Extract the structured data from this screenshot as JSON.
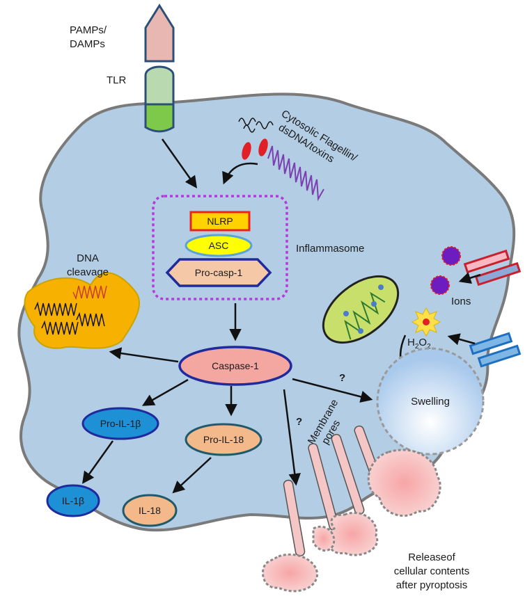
{
  "labels": {
    "pamps_line1": "PAMPs/",
    "pamps_line2": "DAMPs",
    "tlr": "TLR",
    "cytosolic_line1": "Cytosolic Flagellin/",
    "cytosolic_line2": "dsDNA/toxins",
    "inflammasome": "Inflammasome",
    "nlrp": "NLRP",
    "asc": "ASC",
    "pro_casp1": "Pro-casp-1",
    "dna_line1": "DNA",
    "dna_line2": "cleavage",
    "caspase1": "Caspase-1",
    "pro_il1b": "Pro-IL-1β",
    "pro_il18": "Pro-IL-18",
    "il1b": "IL-1β",
    "il18": "IL-18",
    "membrane_line1": "Membrane",
    "membrane_line2": "pores",
    "ions": "Ions",
    "h2o2_base": "H",
    "h2o2_sub1": "2",
    "h2o2_mid": "O",
    "h2o2_sub2": "2",
    "swelling": "Swelling",
    "question1": "?",
    "question2": "?",
    "release_line1": "Releaseof",
    "release_line2": "cellular contents",
    "release_line3": "after pyroptosis"
  },
  "colors": {
    "cell_fill": "#b3cde4",
    "cell_stroke": "#7a7a7a",
    "nlrp_fill": "#ffd200",
    "nlrp_stroke": "#e8241b",
    "asc_fill": "#ffff00",
    "asc_stroke": "#5ba3d6",
    "casp_fill": "#f5c9a8",
    "casp_stroke": "#1f2a9c",
    "caspase1_fill": "#f4a6a0",
    "il1b_fill": "#1e90d6",
    "il18_fill": "#f3b98a",
    "inflammasome_border": "#b43bd8",
    "pore_fill": "#f5c6c6"
  },
  "icons": [
    "tlr-receptor-icon",
    "bacteria-icon",
    "dna-helix-icon",
    "mitochondrion-icon",
    "nucleus-icon",
    "ion-channel-icon",
    "ion-particle-icon",
    "ros-star-icon",
    "membrane-pore-icon"
  ]
}
